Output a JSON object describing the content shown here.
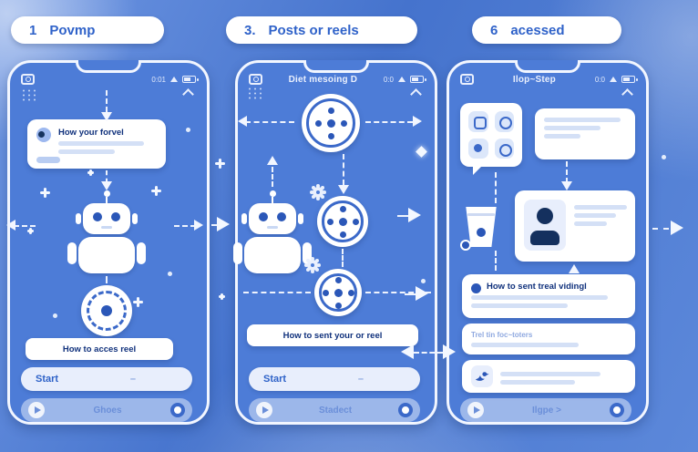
{
  "canvas": {
    "background": "#4a78d2",
    "accent": "#2b57b8",
    "panel": "#ffffff",
    "frame": "#f2f6ff"
  },
  "steps": [
    {
      "number": "1",
      "label": "Povmp"
    },
    {
      "number": "3.",
      "label": "Posts or reels"
    },
    {
      "number": "6",
      "label": "acessed"
    }
  ],
  "phones": [
    {
      "title": "",
      "time": "0:01",
      "card_title": "How your forvel",
      "pill": "How to acces reel",
      "start_label": "Start",
      "start_dash": "–",
      "nav_label": "Ghoes"
    },
    {
      "title": "Diet mesoing D",
      "time": "0:0",
      "pill": "How to sent your or reel",
      "start_label": "Start",
      "start_dash": "–",
      "nav_label": "Stadect"
    },
    {
      "title": "Ilop~Step",
      "time": "0:0",
      "card_title": "How to sent treal vidingl",
      "card_sub": "Trel tin foc~toters",
      "nav_label": "Ilgpe >"
    }
  ],
  "icons": {
    "camera-icon": "rounded-square-with-lens",
    "battery-icon": "battery-shape",
    "signal-icon": "triangle",
    "chevron-up-icon": "chevron",
    "play-icon": "triangle-right",
    "ring-icon": "donut-circle",
    "film-reel-icon": "white-circle-with-blue-dots",
    "loading-ring-icon": "dashed-ring-with-center-dot",
    "gear-icon": "gear",
    "bird-icon": "bird-silhouette",
    "robot-icon": "robot-head-and-body",
    "cup-icon": "trapezoid-cup",
    "person-avatar": "dark-person-silhouette",
    "app-grid-icon": "2x2-app-tiles",
    "sparkle-decoration": "four-point-star"
  }
}
